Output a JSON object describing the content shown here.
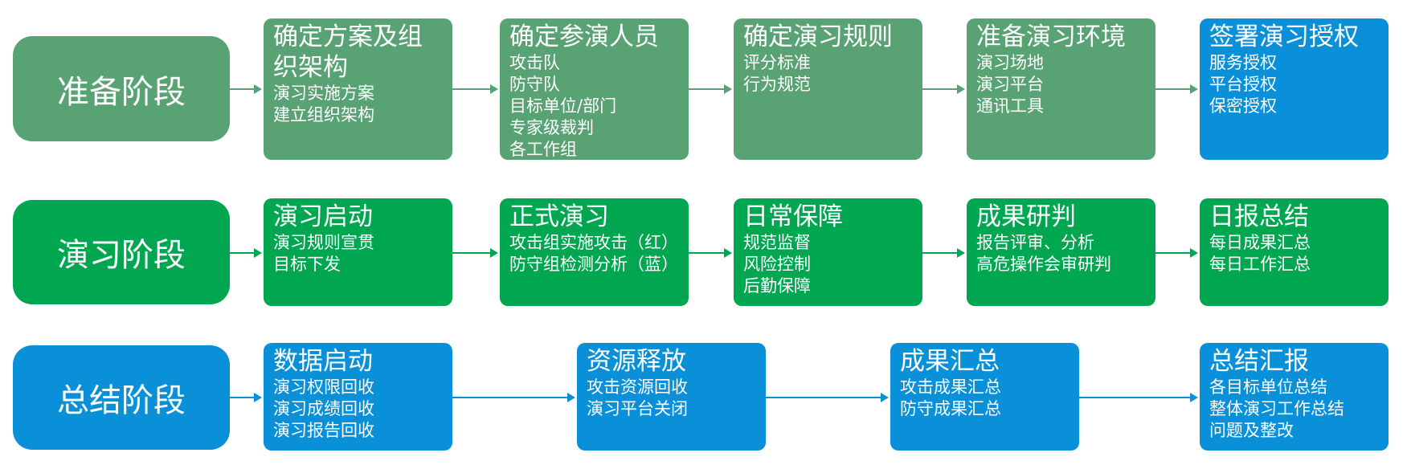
{
  "colors": {
    "prep": "#58a274",
    "exercise": "#00a650",
    "summary": "#0a90d8"
  },
  "rows": [
    {
      "phase": "准备阶段",
      "color": "#58a274",
      "steps": [
        {
          "title": "确定方案及组织架构",
          "items": [
            "演习实施方案",
            "建立组织架构"
          ],
          "color": "#58a274"
        },
        {
          "title": "确定参演人员",
          "items": [
            "攻击队",
            "防守队",
            "目标单位/部门",
            "专家级裁判",
            "各工作组"
          ],
          "color": "#58a274"
        },
        {
          "title": "确定演习规则",
          "items": [
            "评分标准",
            "行为规范"
          ],
          "color": "#58a274"
        },
        {
          "title": "准备演习环境",
          "items": [
            "演习场地",
            "演习平台",
            "通讯工具"
          ],
          "color": "#58a274"
        },
        {
          "title": "签署演习授权",
          "items": [
            "服务授权",
            "平台授权",
            "保密授权"
          ],
          "color": "#0a90d8"
        }
      ]
    },
    {
      "phase": "演习阶段",
      "color": "#00a650",
      "steps": [
        {
          "title": "演习启动",
          "items": [
            "演习规则宣贯",
            "目标下发"
          ],
          "color": "#00a650"
        },
        {
          "title": "正式演习",
          "items": [
            "攻击组实施攻击（红）",
            "防守组检测分析（蓝）"
          ],
          "color": "#00a650"
        },
        {
          "title": "日常保障",
          "items": [
            "规范监督",
            "风险控制",
            "后勤保障"
          ],
          "color": "#00a650"
        },
        {
          "title": "成果研判",
          "items": [
            "报告评审、分析",
            "高危操作会审研判"
          ],
          "color": "#00a650"
        },
        {
          "title": "日报总结",
          "items": [
            "每日成果汇总",
            "每日工作汇总"
          ],
          "color": "#00a650"
        }
      ]
    },
    {
      "phase": "总结阶段",
      "color": "#0a90d8",
      "steps": [
        {
          "title": "数据启动",
          "items": [
            "演习权限回收",
            "演习成绩回收",
            "演习报告回收"
          ],
          "color": "#0a90d8"
        },
        {
          "title": "资源释放",
          "items": [
            "攻击资源回收",
            "演习平台关闭"
          ],
          "color": "#0a90d8"
        },
        {
          "title": "成果汇总",
          "items": [
            "攻击成果汇总",
            "防守成果汇总"
          ],
          "color": "#0a90d8"
        },
        {
          "title": "总结汇报",
          "items": [
            "各目标单位总结",
            "整体演习工作总结",
            "问题及整改"
          ],
          "color": "#0a90d8"
        }
      ]
    }
  ]
}
